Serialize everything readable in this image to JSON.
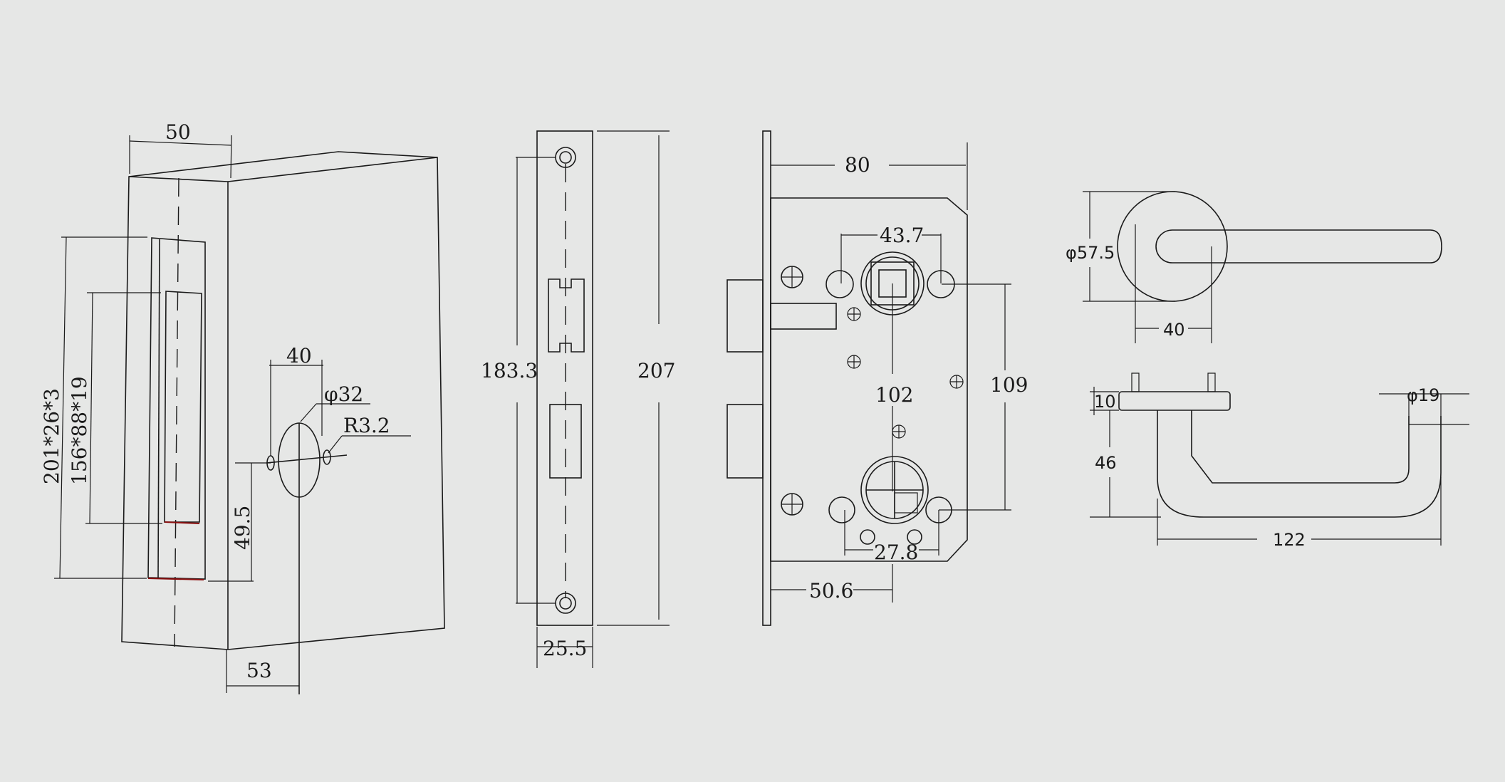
{
  "diagram": {
    "views": [
      {
        "name": "door-perspective-view",
        "dimensions": {
          "width_top": "50",
          "faceplate_size": "201*26*3",
          "cutout_size": "156*88*19",
          "hole_spacing": "40",
          "hole_diameter": "φ32",
          "radius": "R3.2",
          "height_offset": "49.5",
          "backset": "53"
        }
      },
      {
        "name": "faceplate-view",
        "dimensions": {
          "screw_spacing": "183.3",
          "total_height": "207",
          "width": "25.5"
        }
      },
      {
        "name": "lock-body-view",
        "dimensions": {
          "body_width": "80",
          "hole_spacing": "43.7",
          "vertical_spacing": "102",
          "height": "109",
          "bottom_hole_spacing": "27.8",
          "backset": "50.6"
        }
      },
      {
        "name": "handle-views",
        "dimensions": {
          "rose_diameter": "φ57.5",
          "rose_offset": "40",
          "rose_thickness": "10",
          "grip_diameter": "φ19",
          "projection": "46",
          "length": "122"
        }
      }
    ]
  }
}
